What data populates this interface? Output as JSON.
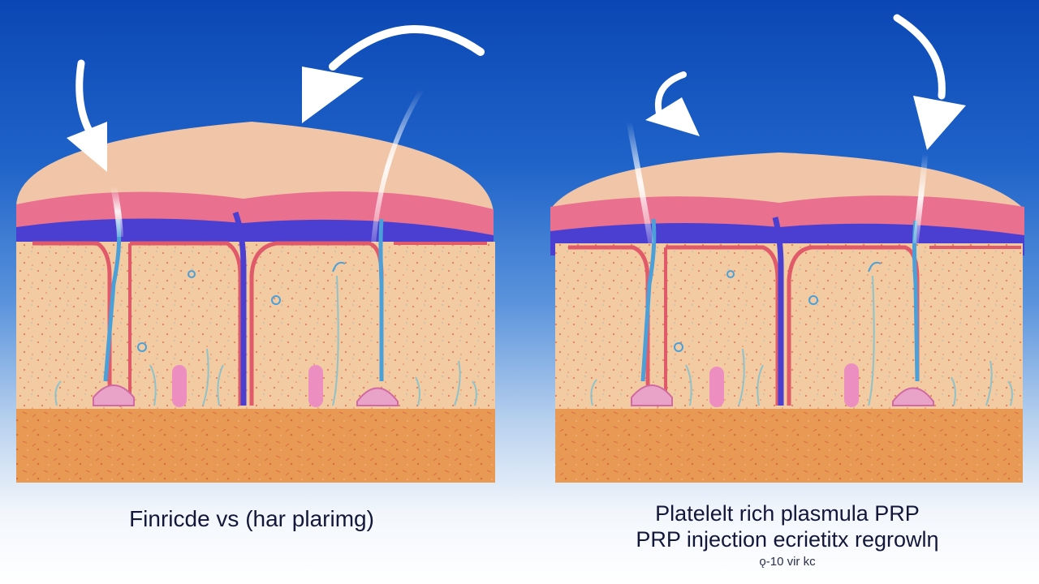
{
  "captions": {
    "left": "Finricde vs (har plarimg)",
    "right_line1": "Platelelt rich plasmula PRP",
    "right_line2": "PRP injection ecrietitx regrowlη",
    "right_line3": "ǫ-10 vir kc"
  },
  "colors": {
    "background_top": "#0b47b4",
    "background_bottom": "#ffffff",
    "epidermis": "#f1c6a8",
    "pink_layer": "#e9708f",
    "blue_layer": "#4a3fd0",
    "dermis": "#f2cba2",
    "speckle": "#e0603d",
    "subcutis": "#e89a55",
    "follicle_outline": "#e05a6a",
    "arrow": "#ffffff"
  },
  "icons": [
    "curved-arrow-icon",
    "hair-follicle-icon",
    "injection-sparkle-icon"
  ]
}
